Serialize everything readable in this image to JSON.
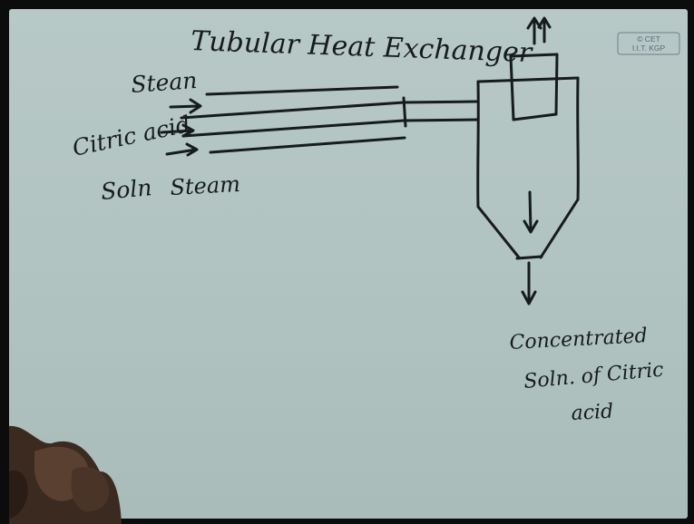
{
  "title": "Tubular Heat Exchanger",
  "labels": {
    "steam_top": "Stean",
    "feed_line1": "Citric acid",
    "feed_line2": "Soln",
    "steam_bottom": "Steam",
    "product_line1": "Concentrated",
    "product_line2": "Soln. of Citric",
    "product_line3": "acid"
  },
  "watermark": {
    "line1": "© CET",
    "line2": "I.I.T. KGP"
  },
  "colors": {
    "board": "#b4c6c4",
    "ink": "#161b1d",
    "background": "#0c0c0c"
  },
  "icons": [
    "arrow-right-icon",
    "arrow-down-icon",
    "arrow-up-icon"
  ]
}
